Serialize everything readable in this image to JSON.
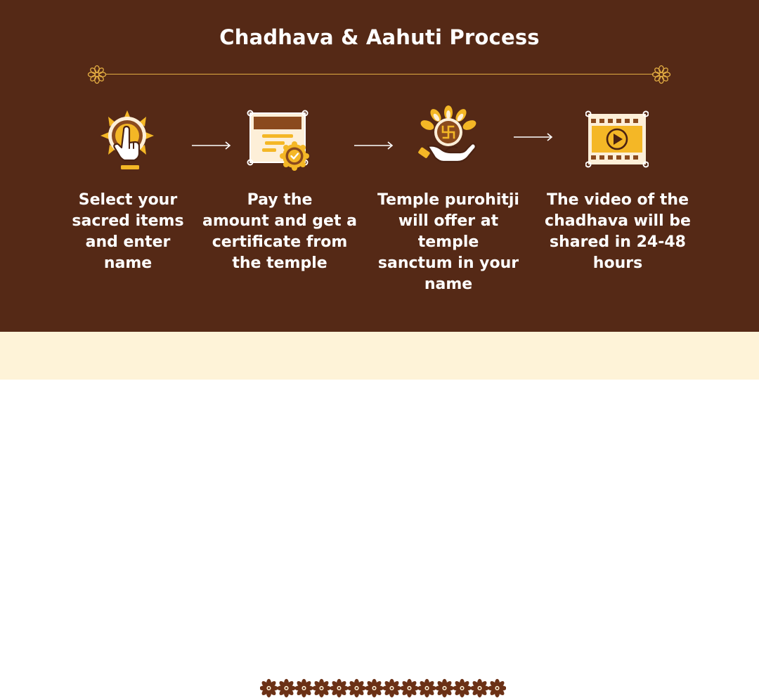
{
  "title": "Chadhava & Aahuti Process",
  "colors": {
    "background": "#552916",
    "footer": "#FEF3D8",
    "accent_gold": "#F4B726",
    "line_gold": "#E2AC42",
    "cream": "#FDEFD8",
    "ornament_brown": "#6B3116"
  },
  "steps": [
    {
      "icon": "tap-hand-icon",
      "text": "Select your\nsacred items\nand enter\nname"
    },
    {
      "icon": "certificate-icon",
      "text": "Pay the\namount and get a\ncertificate from\nthe temple"
    },
    {
      "icon": "offering-swastika-icon",
      "text": "Temple purohitji\nwill offer at temple\nsanctum in your\nname"
    },
    {
      "icon": "video-play-icon",
      "text": "The video of the\nchadhava will be\nshared in 24-48\nhours"
    }
  ],
  "footer_flower_count": 14
}
